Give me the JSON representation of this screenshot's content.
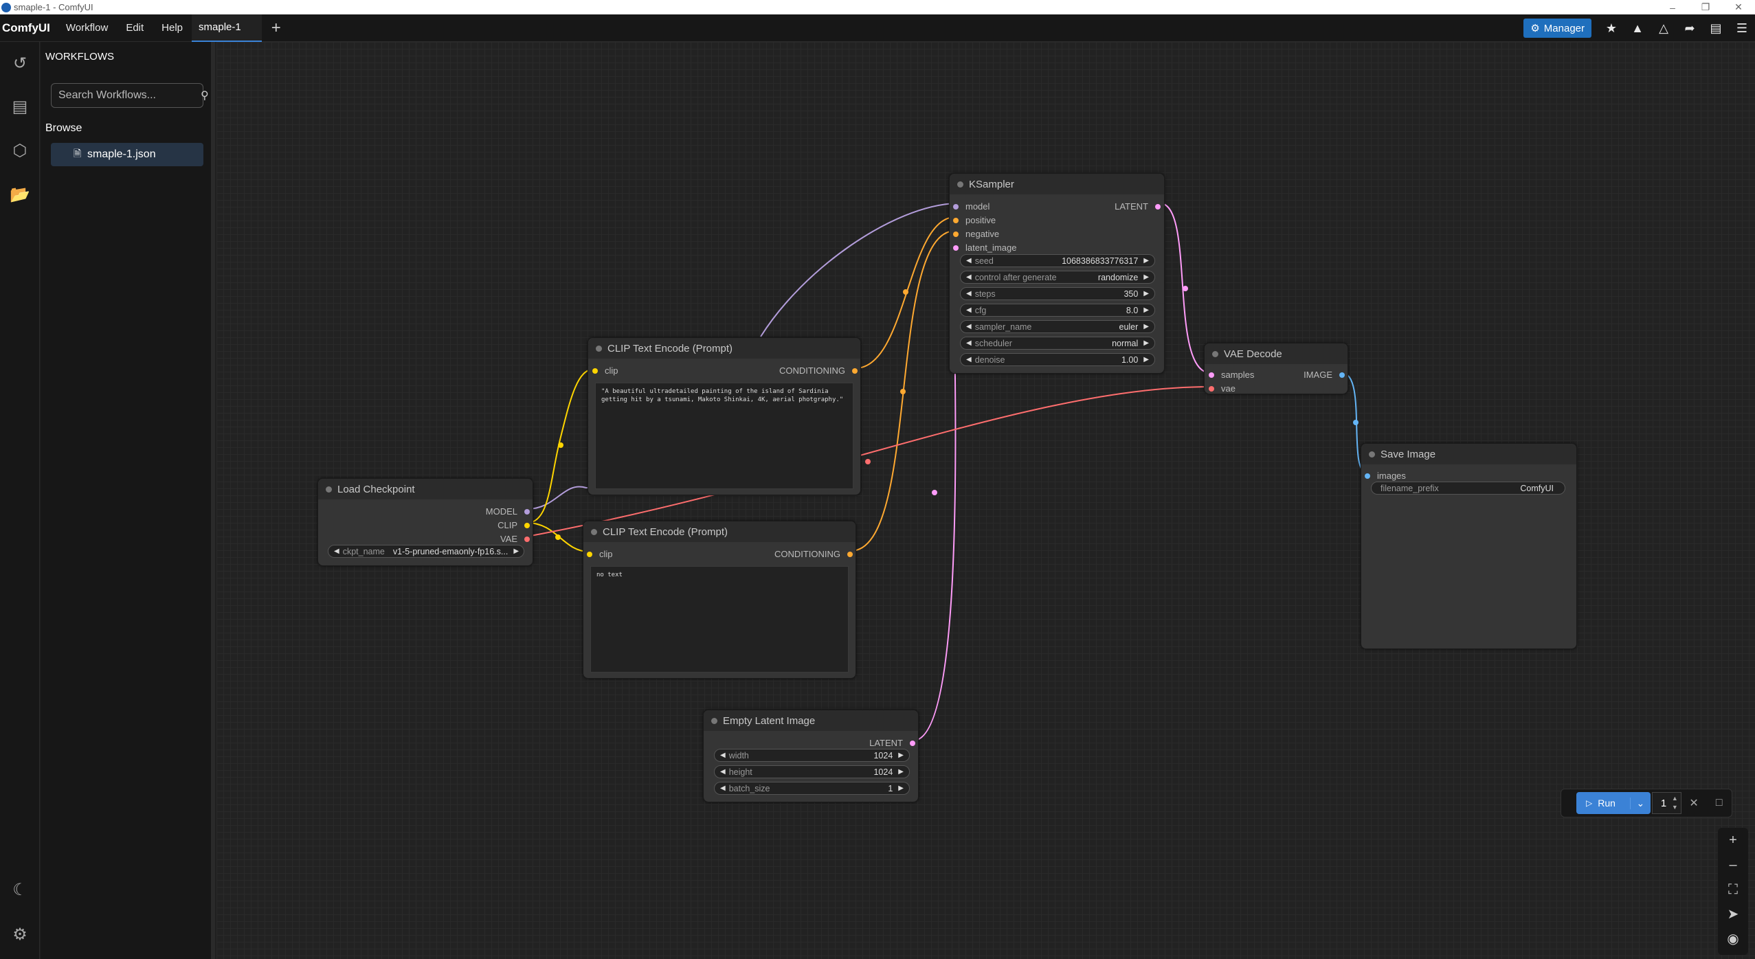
{
  "window": {
    "title": "smaple-1 - ComfyUI"
  },
  "topbar": {
    "brand": "ComfyUI",
    "menu": [
      "Workflow",
      "Edit",
      "Help"
    ],
    "active_tab": "smaple-1",
    "new_tab": "+",
    "manager_label": "Manager"
  },
  "sidebar": {
    "title": "WORKFLOWS",
    "search_placeholder": "Search Workflows...",
    "browse_label": "Browse",
    "items": [
      {
        "label": "smaple-1.json"
      }
    ]
  },
  "nodes": {
    "ksampler": {
      "title": "KSampler",
      "inputs": [
        "model",
        "positive",
        "negative",
        "latent_image"
      ],
      "output": "LATENT",
      "widgets": [
        {
          "name": "seed",
          "value": "1068386833776317"
        },
        {
          "name": "control after generate",
          "value": "randomize"
        },
        {
          "name": "steps",
          "value": "350"
        },
        {
          "name": "cfg",
          "value": "8.0"
        },
        {
          "name": "sampler_name",
          "value": "euler"
        },
        {
          "name": "scheduler",
          "value": "normal"
        },
        {
          "name": "denoise",
          "value": "1.00"
        }
      ]
    },
    "clip_pos": {
      "title": "CLIP Text Encode (Prompt)",
      "input": "clip",
      "output": "CONDITIONING",
      "text": "\"A beautiful ultradetailed painting of the island of Sardinia getting hit by a tsunami, Makoto Shinkai, 4K, aerial photgraphy.\""
    },
    "clip_neg": {
      "title": "CLIP Text Encode (Prompt)",
      "input": "clip",
      "output": "CONDITIONING",
      "text": "no text"
    },
    "load_checkpoint": {
      "title": "Load Checkpoint",
      "outputs": [
        "MODEL",
        "CLIP",
        "VAE"
      ],
      "widget": {
        "name": "ckpt_name",
        "value": "v1-5-pruned-emaonly-fp16.s..."
      }
    },
    "vae_decode": {
      "title": "VAE Decode",
      "inputs": [
        "samples",
        "vae"
      ],
      "output": "IMAGE"
    },
    "save_image": {
      "title": "Save Image",
      "input": "images",
      "widget": {
        "name": "filename_prefix",
        "value": "ComfyUI"
      }
    },
    "empty_latent": {
      "title": "Empty Latent Image",
      "output": "LATENT",
      "widgets": [
        {
          "name": "width",
          "value": "1024"
        },
        {
          "name": "height",
          "value": "1024"
        },
        {
          "name": "batch_size",
          "value": "1"
        }
      ]
    }
  },
  "runbar": {
    "run_label": "Run",
    "batch_count": "1"
  },
  "colors": {
    "model_link": "#b39ddb",
    "clip_link": "#ffd500",
    "conditioning_link": "#ffa931",
    "latent_link": "#ff9cf9",
    "vae_link": "#ff6e6e",
    "image_link": "#64b5f6",
    "accent": "#3b82d6"
  }
}
